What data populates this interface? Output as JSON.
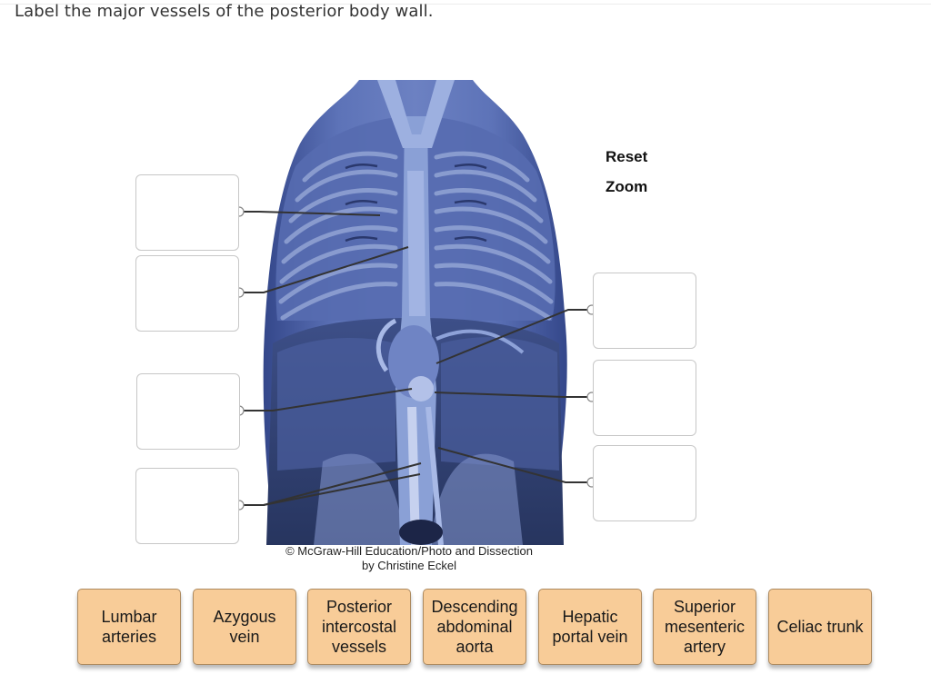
{
  "question": "Label the major vessels of the posterior body wall.",
  "controls": {
    "reset": "Reset",
    "zoom": "Zoom"
  },
  "credit": {
    "line1": "© McGraw-Hill Education/Photo and Dissection",
    "line2": "by Christine Eckel"
  },
  "drop_targets": [
    {
      "side": "left",
      "value": ""
    },
    {
      "side": "left",
      "value": ""
    },
    {
      "side": "left",
      "value": ""
    },
    {
      "side": "left",
      "value": ""
    },
    {
      "side": "right",
      "value": ""
    },
    {
      "side": "right",
      "value": ""
    },
    {
      "side": "right",
      "value": ""
    }
  ],
  "label_tiles": [
    {
      "lines": [
        "Lumbar",
        "arteries"
      ]
    },
    {
      "lines": [
        "Azygous",
        "vein"
      ]
    },
    {
      "lines": [
        "Posterior",
        "intercostal",
        "vessels"
      ]
    },
    {
      "lines": [
        "Descending",
        "abdominal",
        "aorta"
      ]
    },
    {
      "lines": [
        "Hepatic",
        "portal vein"
      ]
    },
    {
      "lines": [
        "Superior",
        "mesenteric",
        "artery"
      ]
    },
    {
      "lines": [
        "Celiac trunk"
      ]
    }
  ],
  "colors": {
    "tile_fill": "#f8cc98",
    "tile_border": "#ad8a5f",
    "specimen_blue": "#5f74b8",
    "leader_line": "#333333"
  },
  "image_subject": "posterior-body-wall-dissection-photo"
}
